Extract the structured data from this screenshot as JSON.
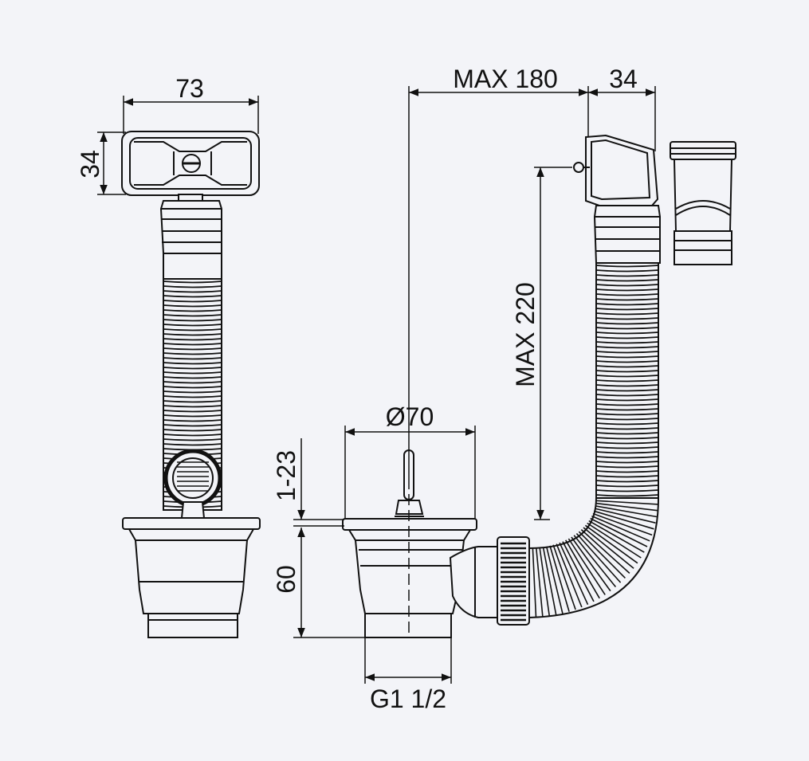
{
  "colors": {
    "background": "#f3f4f8",
    "line": "#111111",
    "part_fill": "#f3f4f8",
    "dark_band": "#111111"
  },
  "dimensions": {
    "overflow_width": "73",
    "overflow_height": "34",
    "max_horizontal": "MAX 180",
    "overflow_depth": "34",
    "max_vertical": "MAX 220",
    "strainer_diameter": "Ø70",
    "sink_thickness": "1-23",
    "body_height": "60",
    "thread": "G1 1/2"
  },
  "parts": {
    "left_view": "front-view-assembly",
    "right_view": "side-view-assembly",
    "detail": "overflow-adapter-detail"
  }
}
